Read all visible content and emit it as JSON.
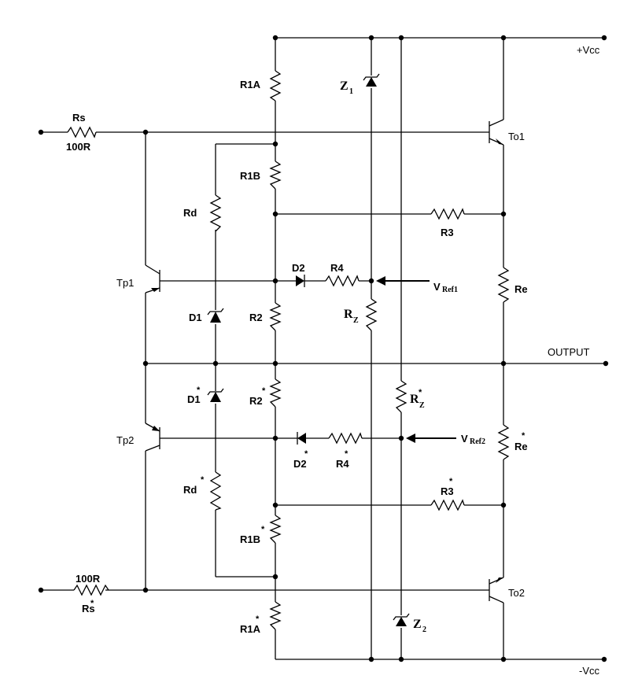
{
  "diagram": {
    "rails": {
      "vcc_pos": "+Vcc",
      "vcc_neg": "-Vcc",
      "output": "OUTPUT"
    },
    "inputs": {
      "rs": {
        "label": "Rs",
        "value": "100R"
      },
      "rs_star": {
        "label": "Rs",
        "value": "100R"
      }
    },
    "resistors": {
      "r1a": "R1A",
      "r1b": "R1B",
      "rd": "Rd",
      "r2": "R2",
      "r3": "R3",
      "r4": "R4",
      "re": "Re",
      "r2_star": "R2",
      "r1b_star": "R1B",
      "r1a_star": "R1A",
      "rd_star": "Rd",
      "r3_star": "R3",
      "r4_star": "R4",
      "re_star": "Re",
      "rz": "R",
      "rz_sub": "Z",
      "rz_star": "R",
      "rz_star_sub": "Z"
    },
    "diodes": {
      "d1": "D1",
      "d2": "D2",
      "d1_star": "D1",
      "d2_star": "D2"
    },
    "zeners": {
      "z1": "Z",
      "z1_sub": "1",
      "z2": "Z",
      "z2_sub": "2"
    },
    "transistors": {
      "to1": "To1",
      "to2": "To2",
      "tp1": "Tp1",
      "tp2": "Tp2"
    },
    "references": {
      "vref1": "V",
      "vref1_sub": "Ref1",
      "vref2": "V",
      "vref2_sub": "Ref2"
    },
    "star_mark": "*"
  }
}
